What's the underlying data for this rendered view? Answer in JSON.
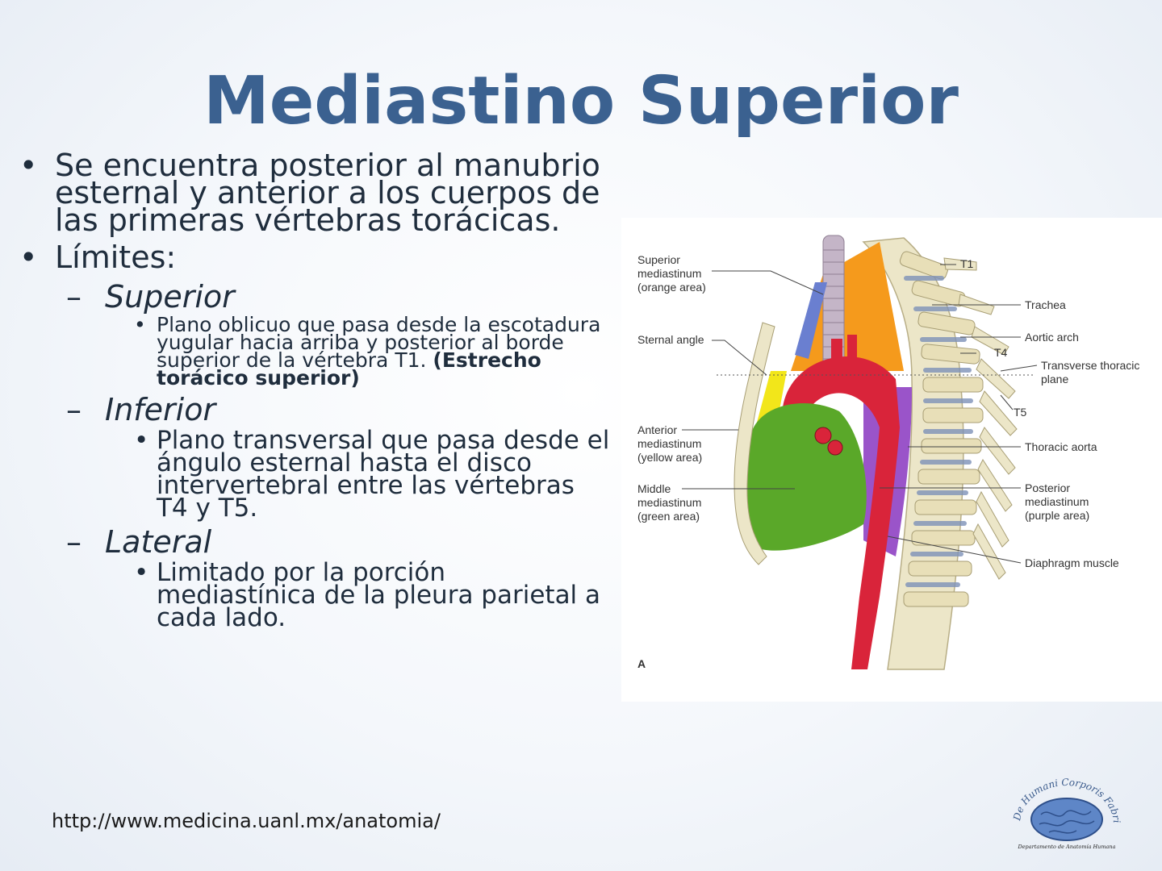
{
  "title": "Mediastino Superior",
  "bullets": {
    "b1_l1": "Se encuentra posterior al manubrio",
    "b1_l2": "esternal y anterior a los cuerpos de",
    "b1_l3": "las primeras vértebras torácicas.",
    "b2": "Límites:",
    "superior_label": "Superior",
    "superior_l1": "Plano oblicuo que pasa desde la escotadura",
    "superior_l2": "yugular hacia arriba y posterior al borde",
    "superior_l3": "superior de la vértebra T1.",
    "superior_bold1": "(Estrecho",
    "superior_bold2": "torácico superior)",
    "inferior_label": "Inferior",
    "inferior_l1": "Plano transversal que pasa desde el",
    "inferior_l2": "ángulo esternal hasta el disco",
    "inferior_l3": "intervertebral entre las vértebras",
    "inferior_l4": "T4 y T5.",
    "lateral_label": "Lateral",
    "lateral_l1": "Limitado por la porción",
    "lateral_l2": "mediastínica de la pleura parietal a",
    "lateral_l3": "cada lado."
  },
  "figure": {
    "labels_left": {
      "superior_1": "Superior",
      "superior_2": "mediastinum",
      "superior_3": "(orange area)",
      "sternal_angle": "Sternal angle",
      "anterior_1": "Anterior",
      "anterior_2": "mediastinum",
      "anterior_3": "(yellow area)",
      "middle_1": "Middle",
      "middle_2": "mediastinum",
      "middle_3": "(green area)"
    },
    "labels_right": {
      "t1": "T1",
      "trachea": "Trachea",
      "aortic_arch": "Aortic arch",
      "t4": "T4",
      "transverse_1": "Transverse thoracic",
      "transverse_2": "plane",
      "t5": "T5",
      "thoracic_aorta": "Thoracic aorta",
      "posterior_1": "Posterior",
      "posterior_2": "mediastinum",
      "posterior_3": "(purple area)",
      "diaphragm": "Diaphragm muscle"
    },
    "panel_letter": "A",
    "colors": {
      "orange": "#f59a1c",
      "yellow": "#f2e61a",
      "green": "#5aa829",
      "purple": "#9a54c9",
      "red": "#d9243a",
      "bone": "#ece6c8"
    }
  },
  "footer": {
    "url": "http://www.medicina.uanl.mx/anatomia/"
  },
  "logo": {
    "arc_text": "De Humani Corporis Fabrica",
    "subtitle": "Departamento de Anatomía Humana"
  },
  "accent_color": "#3b6190"
}
